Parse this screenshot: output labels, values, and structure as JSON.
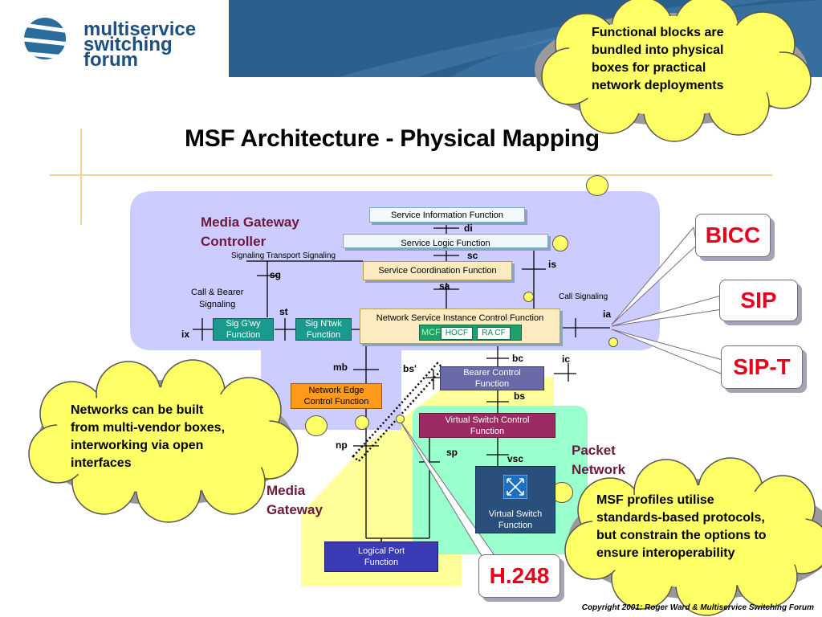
{
  "logo": {
    "line1": "multiservice",
    "line2": "switching",
    "line3": "forum"
  },
  "title": "MSF Architecture - Physical Mapping",
  "domains": {
    "mgc_line1": "Media Gateway",
    "mgc_line2": "Controller",
    "packet_line1": "Packet",
    "packet_line2": "Network",
    "mg_line1": "Media",
    "mg_line2": "Gateway"
  },
  "functions": {
    "service_info": "Service Information Function",
    "service_logic": "Service Logic Function",
    "service_coord": "Service Coordination Function",
    "nsic": "Network Service Instance Control Function",
    "mcf": "MCF",
    "hocf": "HOCF",
    "racf": "RA CF",
    "sig_gway_1": "Sig G'wy",
    "sig_gway_2": "Function",
    "sig_ntwk_1": "Sig N'twk",
    "sig_ntwk_2": "Function",
    "bearer_1": "Bearer Control",
    "bearer_2": "Function",
    "vsc_1": "Virtual Switch Control",
    "vsc_2": "Function",
    "vs_1": "Virtual Switch",
    "vs_2": "Function",
    "nec_1": "Network Edge",
    "nec_2": "Control Function",
    "lp_1": "Logical Port",
    "lp_2": "Function"
  },
  "labels": {
    "sig_transport": "Signaling Transport Signaling",
    "call_bearer_1": "Call & Bearer",
    "call_bearer_2": "Signaling",
    "call_signaling": "Call Signaling"
  },
  "refpoints": {
    "di": "di",
    "sc": "sc",
    "is": "is",
    "sg": "sg",
    "sa": "sa",
    "st": "st",
    "ia": "ia",
    "ix": "ix",
    "mb": "mb",
    "bs_prime": "bs'",
    "bc": "bc",
    "ic": "ic",
    "bs": "bs",
    "np": "np",
    "sp": "sp",
    "vsc": "vsc"
  },
  "protocols": {
    "bicc": "BICC",
    "sip": "SIP",
    "sipt": "SIP-T",
    "h248": "H.248"
  },
  "clouds": {
    "top": [
      "Functional blocks are",
      "bundled into physical",
      "boxes for practical",
      "network deployments"
    ],
    "left": [
      "Networks can be built",
      "from multi-vendor boxes,",
      "interworking via open",
      "interfaces"
    ],
    "right": [
      "MSF profiles utilise",
      "standards-based protocols,",
      "but constrain the options to",
      "ensure interoperability"
    ]
  },
  "copyright": "Copyright 2001: Roger Ward & Multiservice Switching Forum",
  "colors": {
    "header": "#2a5f8e",
    "mgc_region": "#ccccff",
    "packet_region": "#99ffcc",
    "mg_region": "#ffff99",
    "cloud": "#ffff66",
    "protocol_text": "#e8001c",
    "domain_text": "#6b1a3e"
  }
}
